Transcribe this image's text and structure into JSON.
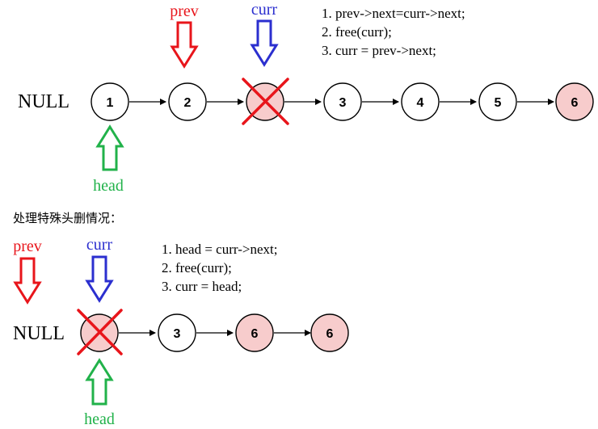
{
  "colors": {
    "prev": "#e8151b",
    "curr": "#2b2fcf",
    "head": "#21b24a",
    "highlight_fill": "#f7cccc",
    "node_stroke": "#000000"
  },
  "top": {
    "null_label": "NULL",
    "nodes": [
      "1",
      "2",
      "",
      "3",
      "4",
      "5",
      "6"
    ],
    "highlighted": [
      false,
      false,
      true,
      false,
      false,
      false,
      true
    ],
    "crossed": [
      false,
      false,
      true,
      false,
      false,
      false,
      false
    ],
    "prev_label": "prev",
    "curr_label": "curr",
    "head_label": "head",
    "code": [
      "1. prev->next=curr->next;",
      "2. free(curr);",
      "3. curr = prev->next;"
    ]
  },
  "note": "处理特殊头删情况：",
  "bottom": {
    "null_label": "NULL",
    "nodes": [
      "",
      "3",
      "6",
      "6"
    ],
    "highlighted": [
      true,
      false,
      true,
      true
    ],
    "crossed": [
      true,
      false,
      false,
      false
    ],
    "prev_label": "prev",
    "curr_label": "curr",
    "head_label": "head",
    "code": [
      "1. head = curr->next;",
      "2. free(curr);",
      "3. curr = head;"
    ]
  }
}
